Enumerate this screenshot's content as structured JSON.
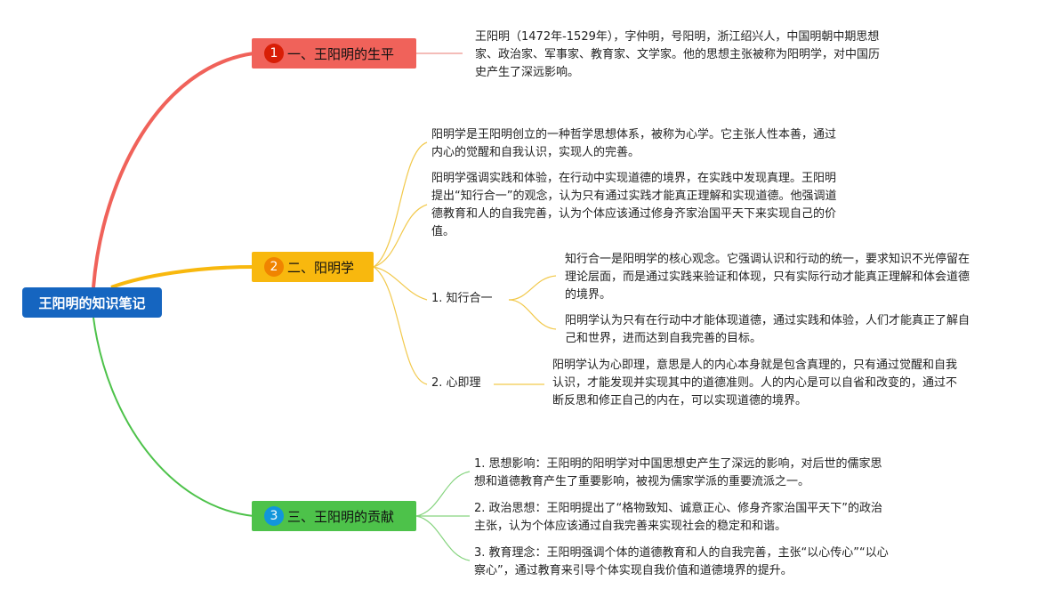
{
  "root": {
    "title": "王阳明的知识笔记"
  },
  "branches": [
    {
      "num": "1",
      "label": "一、王阳明的生平",
      "color": "#f0625a",
      "num_color": "#d81e06",
      "notes": [
        [
          "王阳明（1472年-1529年），字仲明，号阳明，浙江绍兴人，中国明朝中期思想",
          "家、政治家、军事家、教育家、文学家。他的思想主张被称为阳明学，对中国历",
          "史产生了深远影响。"
        ]
      ]
    },
    {
      "num": "2",
      "label": "二、阳明学",
      "color": "#f8b80e",
      "num_color": "#f08400",
      "notes": [
        [
          "阳明学是王阳明创立的一种哲学思想体系，被称为心学。它主张人性本善，通过",
          "内心的觉醒和自我认识，实现人的完善。"
        ],
        [
          "阳明学强调实践和体验，在行动中实现道德的境界，在实践中发现真理。王阳明",
          "提出“知行合一”的观念，认为只有通过实践才能真正理解和实现道德。他强调道",
          "德教育和人的自我完善，认为个体应该通过修身齐家治国平天下来实现自己的价",
          "值。"
        ]
      ],
      "subs": [
        {
          "label": "1. 知行合一",
          "notes": [
            [
              "知行合一是阳明学的核心观念。它强调认识和行动的统一，要求知识不光停留在",
              "理论层面，而是通过实践来验证和体现，只有实际行动才能真正理解和体会道德",
              "的境界。"
            ],
            [
              "阳明学认为只有在行动中才能体现道德，通过实践和体验，人们才能真正了解自",
              "己和世界，进而达到自我完善的目标。"
            ]
          ]
        },
        {
          "label": "2. 心即理",
          "notes": [
            [
              "阳明学认为心即理，意思是人的内心本身就是包含真理的，只有通过觉醒和自我",
              "认识，才能发现并实现其中的道德准则。人的内心是可以自省和改变的，通过不",
              "断反思和修正自己的内在，可以实现道德的境界。"
            ]
          ]
        }
      ]
    },
    {
      "num": "3",
      "label": "三、王阳明的贡献",
      "color": "#4dc24a",
      "num_color": "#1296db",
      "notes": [
        [
          "1. 思想影响：王阳明的阳明学对中国思想史产生了深远的影响，对后世的儒家思",
          "想和道德教育产生了重要影响，被视为儒家学派的重要流派之一。"
        ],
        [
          "2. 政治思想：王阳明提出了“格物致知、诚意正心、修身齐家治国平天下”的政治",
          "主张，认为个体应该通过自我完善来实现社会的稳定和和谐。"
        ],
        [
          "3. 教育理念：王阳明强调个体的道德教育和人的自我完善，主张“以心传心”“以心",
          "察心”，通过教育来引导个体实现自我价值和道德境界的提升。"
        ]
      ]
    }
  ]
}
